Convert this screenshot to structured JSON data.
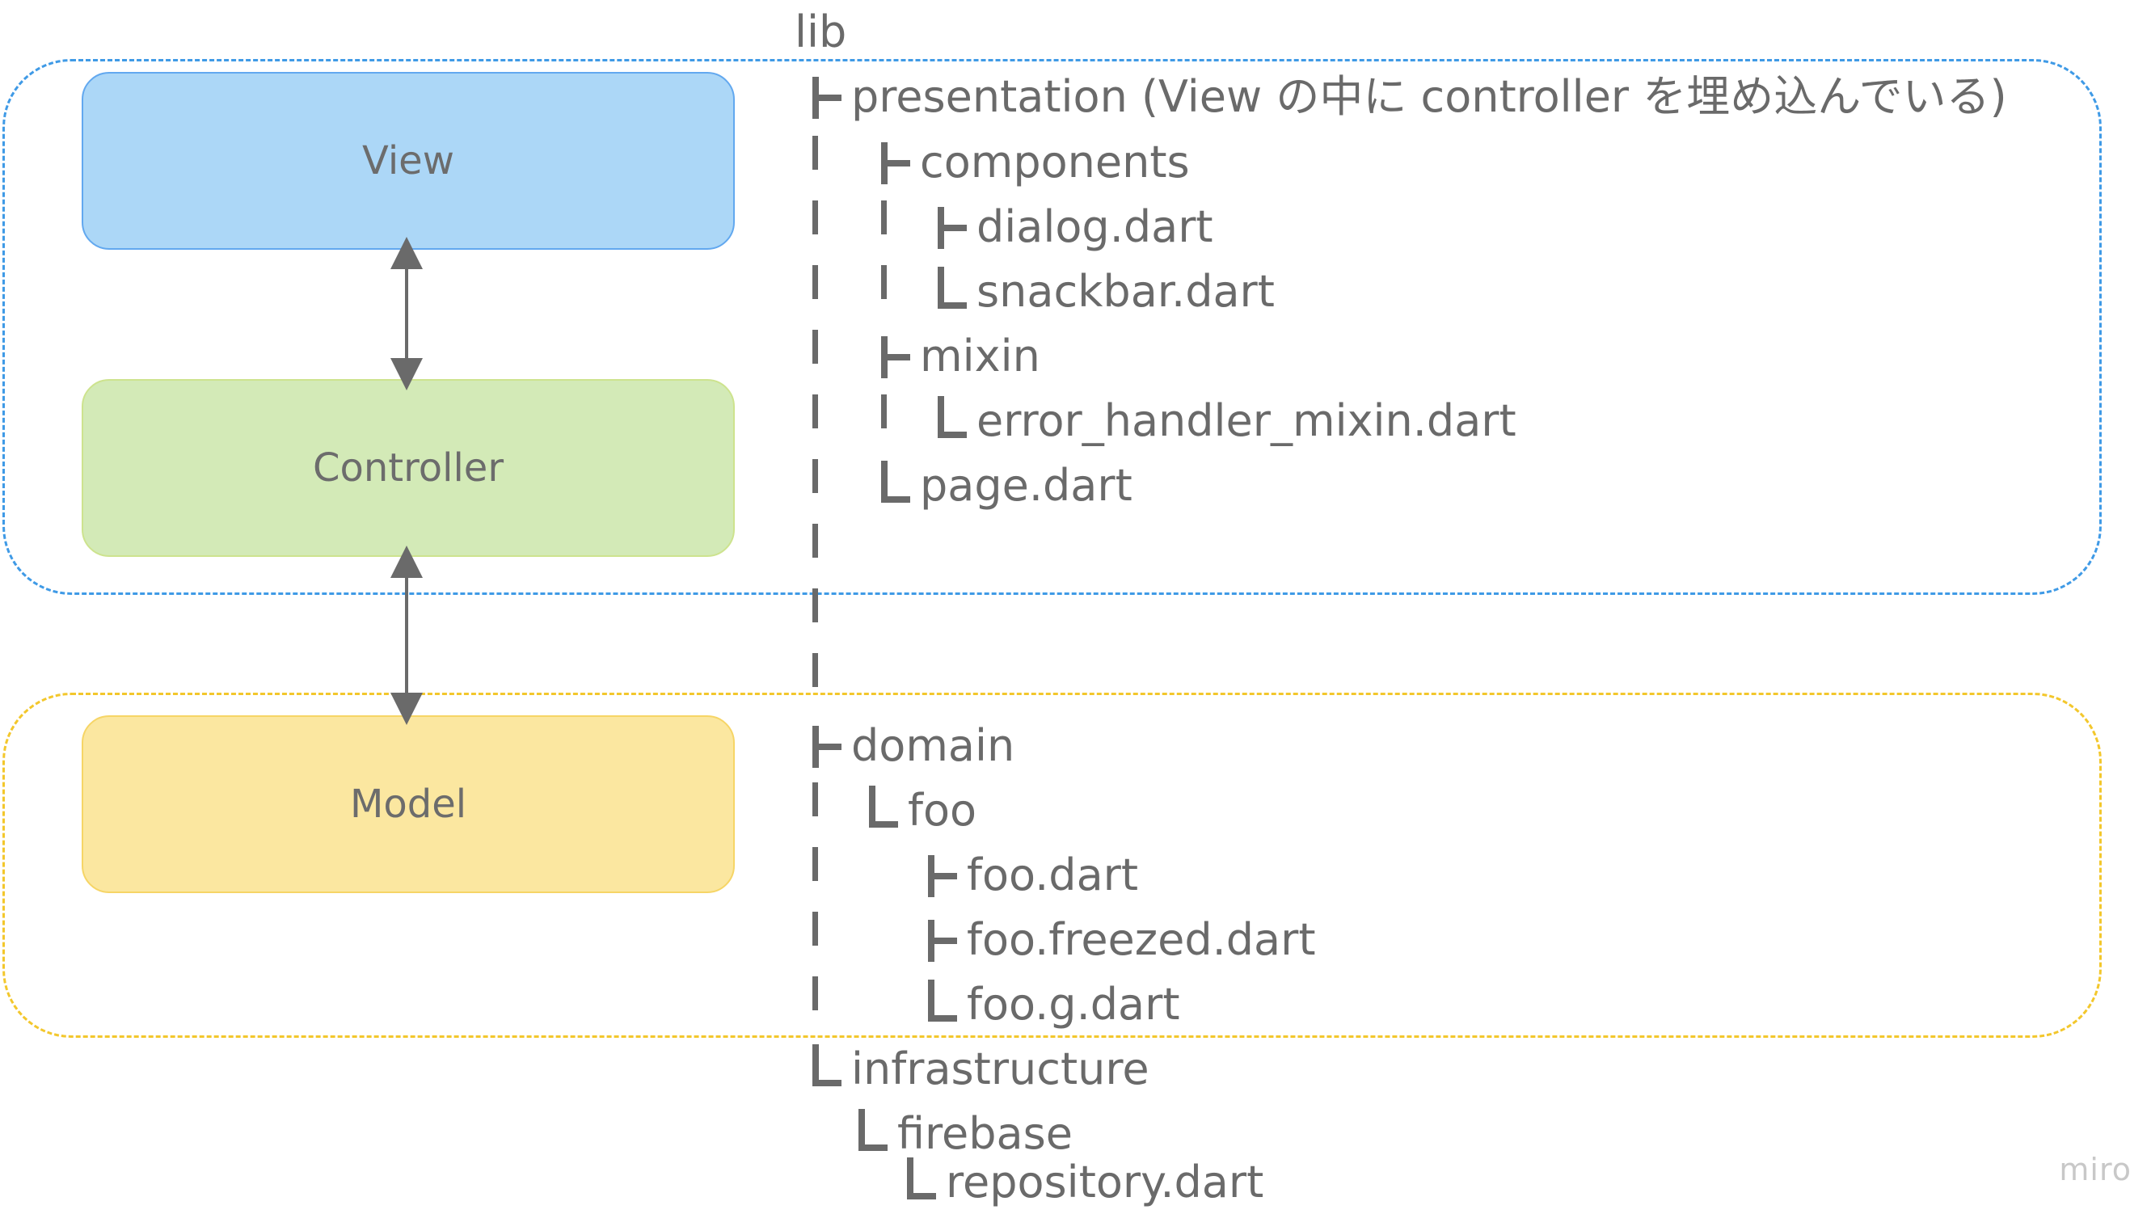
{
  "boxes": {
    "view": "View",
    "controller": "Controller",
    "model": "Model"
  },
  "tree": {
    "root": "lib",
    "presentation": "presentation (View の中に controller を埋め込んでいる)",
    "components": "components",
    "dialog": "dialog.dart",
    "snackbar": "snackbar.dart",
    "mixin": "mixin",
    "error_handler_mixin": "error_handler_mixin.dart",
    "page": "page.dart",
    "domain": "domain",
    "foo_dir": "foo",
    "foo_dart": "foo.dart",
    "foo_freezed": "foo.freezed.dart",
    "foo_g": "foo.g.dart",
    "infrastructure": "infrastructure",
    "firebase": "firebase",
    "repository": "repository.dart"
  },
  "watermark": "miro",
  "colors": {
    "presentation_group_border": "#3f9ae6",
    "domain_group_border": "#f3c72c",
    "view_fill": "#acd7f7",
    "controller_fill": "#d3eab7",
    "model_fill": "#fbe7a0",
    "text": "#6a6a6a"
  }
}
